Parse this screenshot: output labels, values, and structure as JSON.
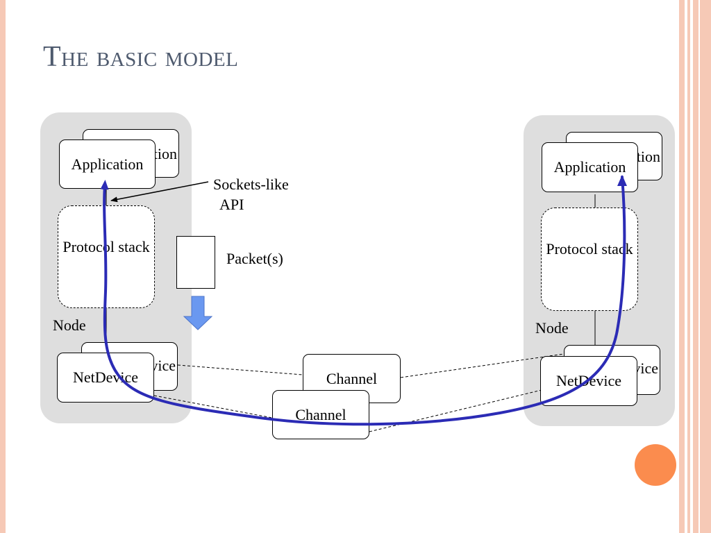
{
  "slide": {
    "title": "The basic model"
  },
  "colors": {
    "title_text": "#4e5a6e",
    "node_background": "#dedede",
    "packet_arrow": "#6a98f0",
    "path_line": "#2b2bb5",
    "decor_circle": "#fb8c4e",
    "stripe": "#f6c9b6"
  },
  "diagram": {
    "left_node": {
      "application_back": "Application",
      "application": "Application",
      "protocol_stack": "Protocol stack",
      "node_label": "Node",
      "netdevice_back": "NetDevice",
      "netdevice": "NetDevice"
    },
    "right_node": {
      "application_back": "Application",
      "application": "Application",
      "protocol_stack": "Protocol stack",
      "node_label": "Node",
      "netdevice_back": "NetDevice",
      "netdevice": "NetDevice"
    },
    "channel_back": "Channel",
    "channel_front": "Channel",
    "api_label_line1": "Sockets-like",
    "api_label_line2": "API",
    "packet_label": "Packet(s)"
  }
}
